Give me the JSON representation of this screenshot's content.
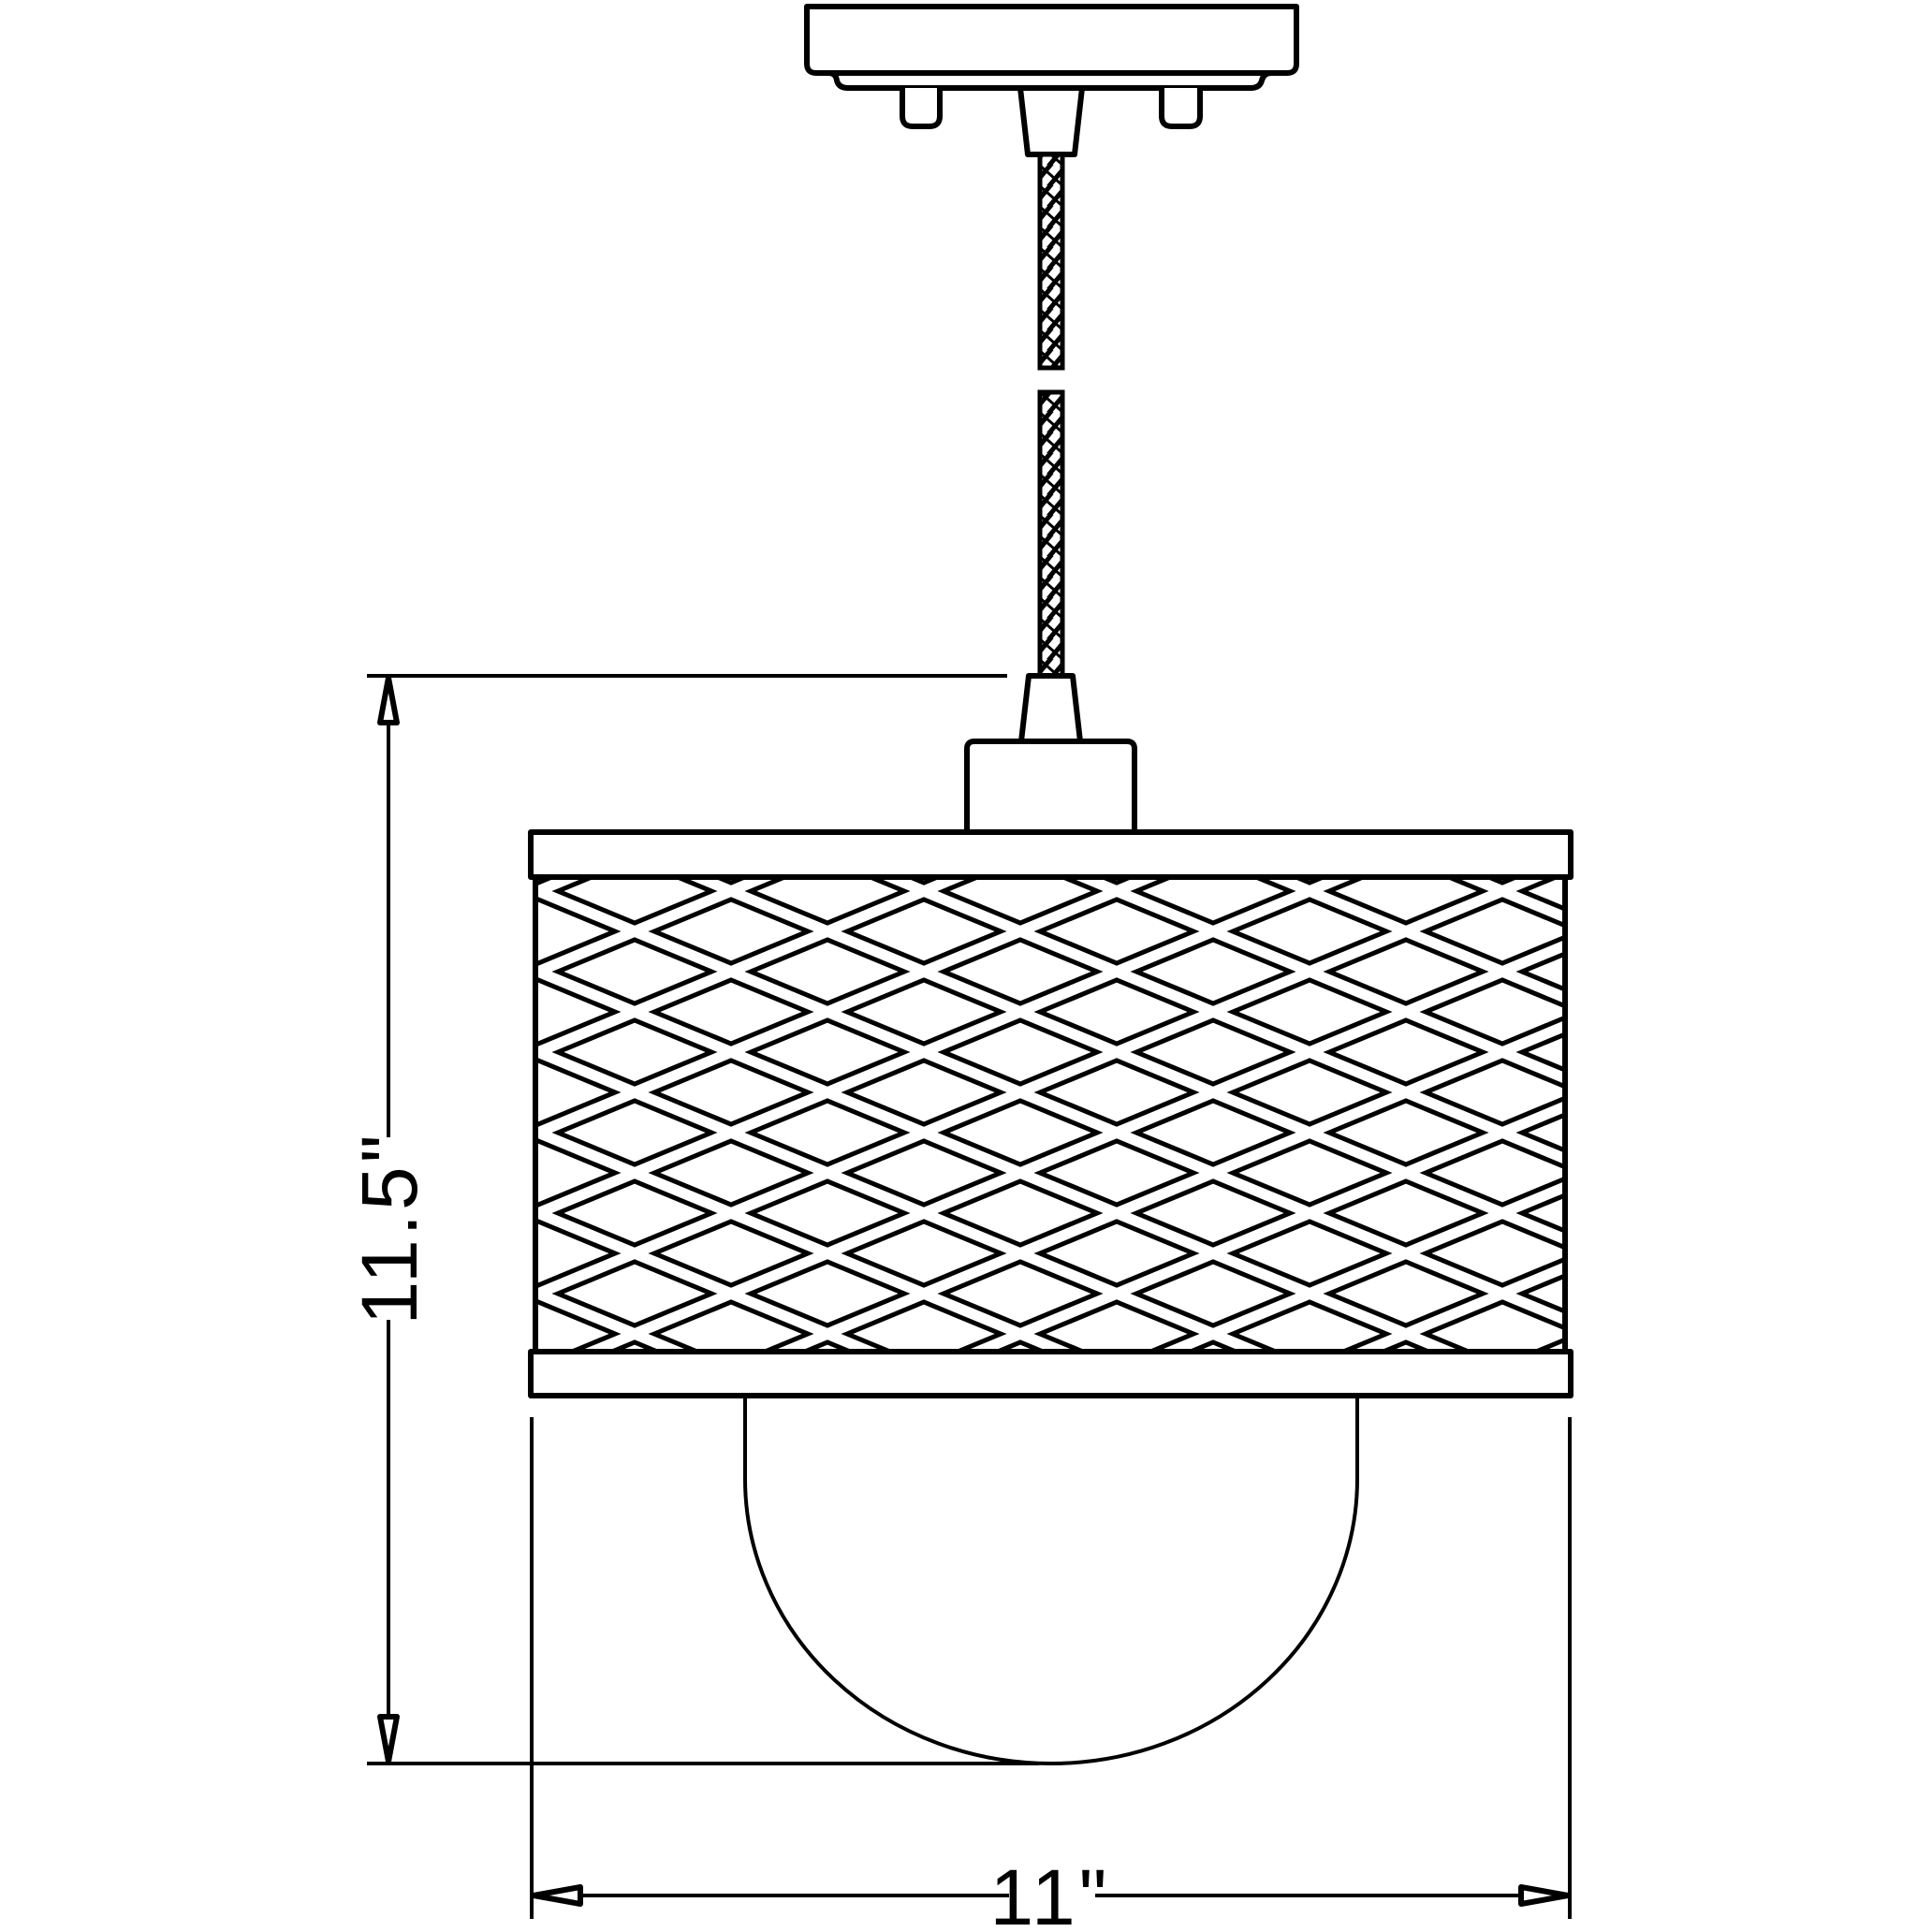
{
  "drawing": {
    "subject": "pendant light fixture technical drawing",
    "line_color": "#000000",
    "background_color": "#ffffff"
  },
  "dimensions": {
    "height": {
      "label": "11.5\"",
      "value": 11.5,
      "unit": "in",
      "orientation": "vertical"
    },
    "width": {
      "label": "11\"",
      "value": 11,
      "unit": "in",
      "orientation": "horizontal"
    }
  },
  "components": [
    {
      "name": "canopy",
      "label": "Ceiling canopy"
    },
    {
      "name": "cord",
      "label": "Braided cord (shown broken)"
    },
    {
      "name": "socket",
      "label": "Socket cap"
    },
    {
      "name": "shade",
      "label": "Diamond lattice drum shade"
    },
    {
      "name": "globe",
      "label": "Half-globe diffuser"
    }
  ]
}
